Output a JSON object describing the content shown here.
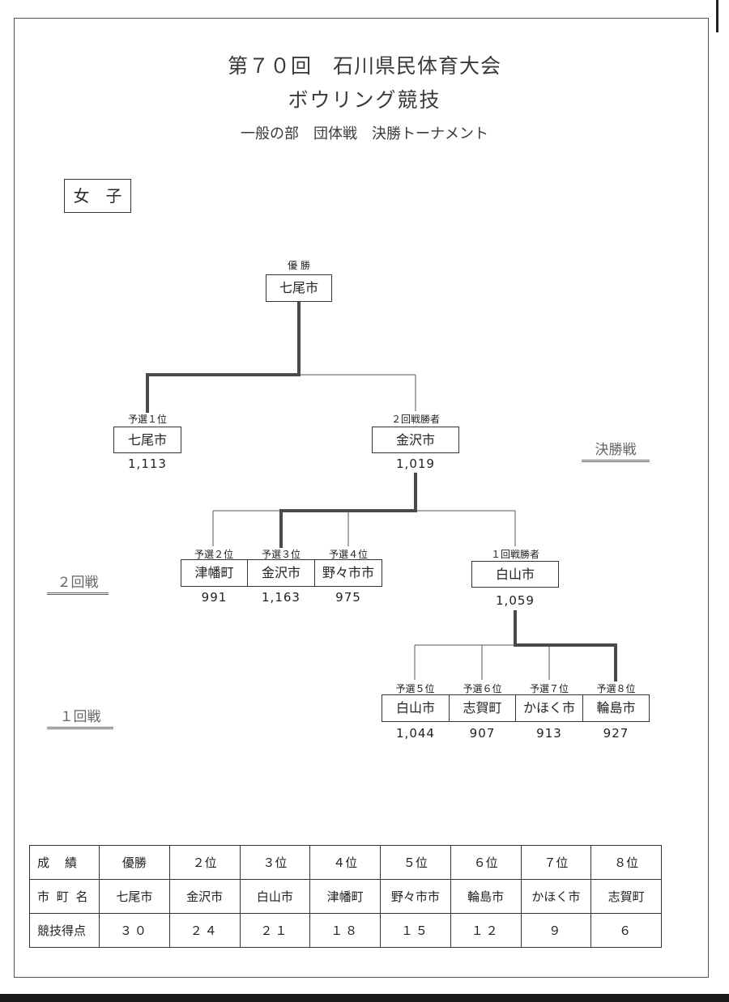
{
  "header": {
    "title_line1": "第７０回　石川県民体育大会",
    "title_line2": "ボウリング競技",
    "title_line3": "一般の部　団体戦　決勝トーナメント"
  },
  "section": {
    "label": "女　子"
  },
  "rounds": {
    "final": "決勝戦",
    "second": "２回戦",
    "first": "１回戦"
  },
  "bracket": {
    "champion": {
      "caption": "優 勝",
      "name": "七尾市"
    },
    "final_left": {
      "caption": "予選１位",
      "name": "七尾市",
      "score": "1,113"
    },
    "final_right": {
      "caption": "２回戦勝者",
      "name": "金沢市",
      "score": "1,019"
    },
    "r2_a": {
      "caption": "予選２位",
      "name": "津幡町",
      "score": "991"
    },
    "r2_b": {
      "caption": "予選３位",
      "name": "金沢市",
      "score": "1,163"
    },
    "r2_c": {
      "caption": "予選４位",
      "name": "野々市市",
      "score": "975"
    },
    "r2_d": {
      "caption": "１回戦勝者",
      "name": "白山市",
      "score": "1,059"
    },
    "r1_a": {
      "caption": "予選５位",
      "name": "白山市",
      "score": "1,044"
    },
    "r1_b": {
      "caption": "予選６位",
      "name": "志賀町",
      "score": "907"
    },
    "r1_c": {
      "caption": "予選７位",
      "name": "かほく市",
      "score": "913"
    },
    "r1_d": {
      "caption": "予選８位",
      "name": "輪島市",
      "score": "927"
    }
  },
  "results_table": {
    "row_headers": [
      "成　績",
      "市 町 名",
      "競技得点"
    ],
    "ranks": [
      "優勝",
      "２位",
      "３位",
      "４位",
      "５位",
      "６位",
      "７位",
      "８位"
    ],
    "teams": [
      "七尾市",
      "金沢市",
      "白山市",
      "津幡町",
      "野々市市",
      "輪島市",
      "かほく市",
      "志賀町"
    ],
    "points": [
      "３０",
      "２４",
      "２１",
      "１８",
      "１５",
      "１２",
      "９",
      "６"
    ]
  },
  "colors": {
    "winner_line": "#4a4a4a",
    "line": "#555555",
    "text": "#222222"
  }
}
